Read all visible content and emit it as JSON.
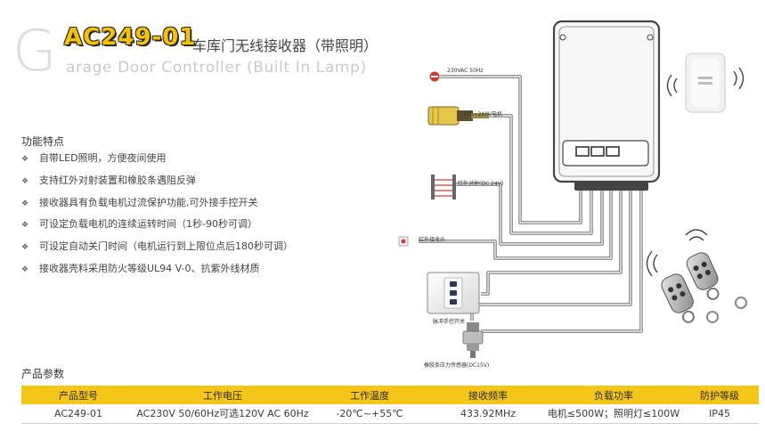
{
  "title": {
    "big_letter": "G",
    "model": "AC249-01",
    "cn": "车库门无线接收器（带照明）",
    "en": "arage Door Controller (Built In Lamp)"
  },
  "features": {
    "heading": "功能特点",
    "bullet": "❖",
    "items": [
      "自带LED照明，方便夜间使用",
      "支持红外对射装置和橡胶条遇阻反弹",
      "接收器具有负载电机过流保护功能,可外接手控开关",
      "可设定负载电机的连续运转时间（1秒-90秒可调）",
      "可设定自动关门时间（电机运行到上限位点后180秒可调）",
      "接收器壳料采用防火等级UL94 V-0、抗紫外线材质"
    ]
  },
  "diagram": {
    "labels": {
      "power": "230VAC 50Hz",
      "motor": "100~240V电机",
      "photocell": "红外对射(DC 24V)",
      "ir_head": "红外接收头",
      "wall_switch": "脉冲手控开关",
      "pressure_sensor": "橡胶条压力传感器(DC15V)"
    },
    "colors": {
      "wire": "#555555",
      "wire_inner": "#ffffff",
      "accent_red": "#d43a2f",
      "motor_yellow": "#e8c64a",
      "housing": "#f7f7f7"
    }
  },
  "params": {
    "heading": "产品参数",
    "headers": [
      "产品型号",
      "工作电压",
      "工作温度",
      "接收频率",
      "负载功率",
      "防护等级"
    ],
    "row": [
      "AC249-01",
      "AC230V 50/60Hz可选120V AC  60Hz",
      "-20℃~+55℃",
      "433.92MHz",
      "电机≤500W；照明灯≤100W",
      "IP45"
    ]
  }
}
